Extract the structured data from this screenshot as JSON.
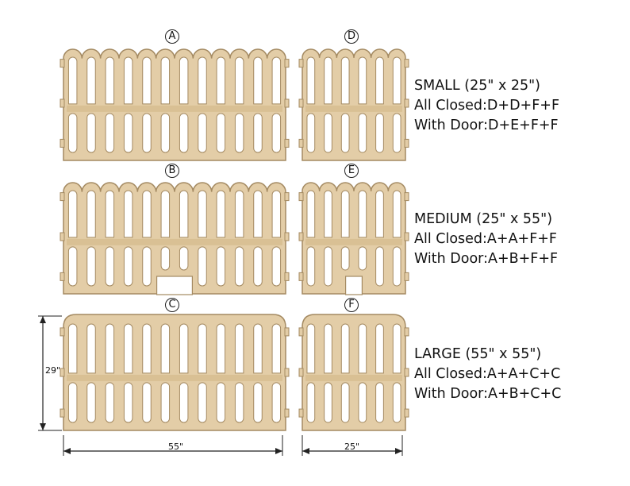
{
  "panels": [
    {
      "id": "A",
      "label": "A",
      "style": "scalloped",
      "door": false,
      "posts": 11
    },
    {
      "id": "D",
      "label": "D",
      "style": "scalloped",
      "door": false,
      "posts": 5
    },
    {
      "id": "B",
      "label": "B",
      "style": "scalloped",
      "door": true,
      "posts": 11
    },
    {
      "id": "E",
      "label": "E",
      "style": "scalloped",
      "door": true,
      "posts": 5
    },
    {
      "id": "C",
      "label": "C",
      "style": "arched",
      "door": false,
      "posts": 11
    },
    {
      "id": "F",
      "label": "F",
      "style": "arched",
      "door": false,
      "posts": 5
    }
  ],
  "sizes": [
    {
      "title": "SMALL (25\" x 25\")",
      "closed": "All Closed:D+D+F+F",
      "door": "With Door:D+E+F+F"
    },
    {
      "title": "MEDIUM (25\" x 55\")",
      "closed": "All Closed:A+A+F+F",
      "door": "With Door:A+B+F+F"
    },
    {
      "title": "LARGE (55\" x 55\")",
      "closed": "All Closed:A+A+C+C",
      "door": "With Door:A+B+C+C"
    }
  ],
  "dimensions": {
    "height": "29\"",
    "width_large": "55\"",
    "width_small": "25\""
  },
  "colors": {
    "wood": "#e3cda7",
    "wood_edge": "#a48a62",
    "line": "#222222"
  }
}
